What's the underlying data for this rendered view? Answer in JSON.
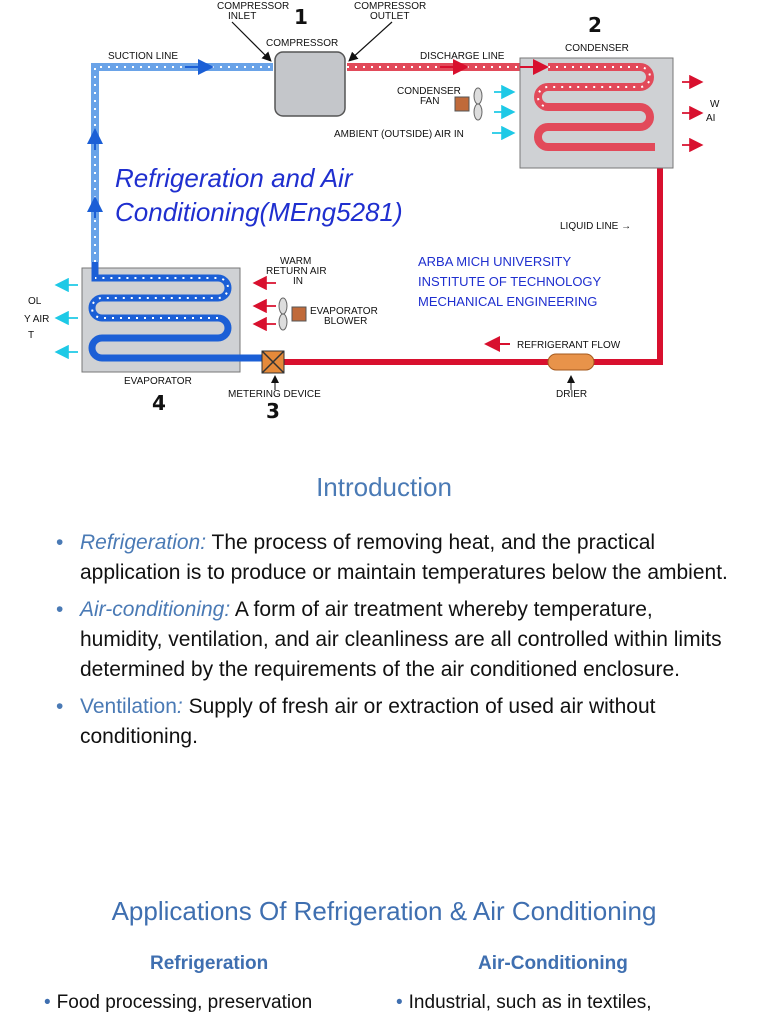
{
  "diagram": {
    "compressor_inlet": [
      "COMPRESSOR",
      "INLET"
    ],
    "compressor_outlet": [
      "COMPRESSOR",
      "OUTLET"
    ],
    "compressor": "COMPRESSOR",
    "num_1": "1",
    "num_2": "2",
    "num_3": "3",
    "num_4": "4",
    "condenser": "CONDENSER",
    "suction_line": "SUCTION LINE",
    "discharge_line": "DISCHARGE LINE",
    "condenser_fan": [
      "CONDENSER",
      "FAN"
    ],
    "ambient_air": "AMBIENT (OUTSIDE) AIR IN",
    "liquid_line": "LIQUID LINE →",
    "warm_return_air": [
      "WARM",
      "RETURN AIR",
      "IN"
    ],
    "evaporator_blower": [
      "EVAPORATOR",
      "BLOWER"
    ],
    "refrigerant_flow": "REFRIGERANT FLOW",
    "evaporator": "EVAPORATOR",
    "metering_device": "METERING DEVICE",
    "drier": "DRIER",
    "right_cut": [
      "W",
      "AI"
    ],
    "left_cut": [
      "OL",
      "Y AIR",
      "T"
    ],
    "colors": {
      "hot": "#d8102e",
      "cold": "#1b5fd6",
      "air_arrow": "#1ec9e6",
      "heat_arrow": "#d8102e"
    }
  },
  "course": {
    "title_line1": "Refrigeration and Air",
    "title_line2": "Conditioning(MEng5281)"
  },
  "university": {
    "line1": "ARBA MICH UNIVERSITY",
    "line2": "INSTITUTE OF TECHNOLOGY",
    "line3": "MECHANICAL ENGINEERING"
  },
  "intro": {
    "heading": "Introduction",
    "items": [
      {
        "term": "Refrigeration:",
        "text": " The process of removing heat, and the practical application is to produce or maintain temperatures below the ambient."
      },
      {
        "term": "Air-conditioning:",
        "text": " A form of air treatment whereby temperature, humidity, ventilation, and air cleanliness are all controlled within limits determined by the requirements of the air conditioned enclosure."
      },
      {
        "term_upright": "Ventilation",
        "term_italic": ":",
        "text": " Supply of fresh air or extraction of used air without conditioning."
      }
    ],
    "bullet": "•"
  },
  "applications": {
    "heading": "Applications Of Refrigeration & Air Conditioning",
    "refrigeration": {
      "heading": "Refrigeration",
      "item1": "Food processing, preservation"
    },
    "air_conditioning": {
      "heading": "Air-Conditioning",
      "item1": "Industrial, such as in textiles,"
    }
  }
}
